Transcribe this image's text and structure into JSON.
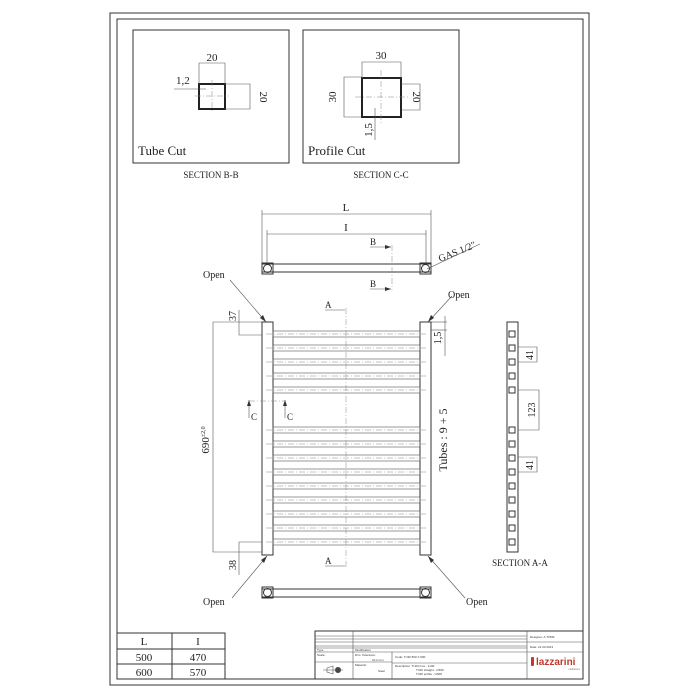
{
  "section_bb": {
    "caption": "SECTION B-B",
    "label": "Tube Cut",
    "width": "20",
    "height": "20",
    "thickness": "1,2"
  },
  "section_cc": {
    "caption": "SECTION C-C",
    "label": "Profile Cut",
    "width": "30",
    "depth": "30",
    "height": "20",
    "thickness": "1,5"
  },
  "top_view": {
    "dim_L": "L",
    "dim_I": "I",
    "section_mark": "B",
    "thread": "GAS 1/2\""
  },
  "front_view": {
    "open_label": "Open",
    "section_mark_a": "A",
    "section_mark_c": "C",
    "dim_top": "37",
    "dim_bottom": "38",
    "dim_height": "690",
    "dim_height_tol": "±2,0",
    "dim_wall": "1,5",
    "tubes": "Tubes : 9 + 5"
  },
  "section_aa": {
    "caption": "SECTION A-A",
    "gap_top": "41",
    "gap_mid": "123",
    "gap_bottom": "41",
    "tubes_upper": 5,
    "tubes_lower": 9
  },
  "size_table": {
    "headers": [
      "L",
      "I"
    ],
    "rows": [
      [
        "500",
        "470"
      ],
      [
        "600",
        "570"
      ]
    ]
  },
  "title_block": {
    "designer": "Designer: A.TOPE",
    "date": "Date: 21.03.2013",
    "modification": "Modification",
    "scale": "Scale:",
    "tolerance_label": "Dim. Tolerance:",
    "tolerance_value": "±0,2 mm",
    "material_label": "Material:",
    "material_value": "Steel",
    "code": "Code: TUDI 500 X 690",
    "description": "Description: TUDI Inox - 1x90",
    "desc_line2": "TUDI straight - tx500",
    "desc_line3": "TUDI profile - tx500",
    "type": "Type",
    "logo": "lazzarini",
    "logo_sub": "radiators",
    "brand_color": "#c0392b"
  }
}
